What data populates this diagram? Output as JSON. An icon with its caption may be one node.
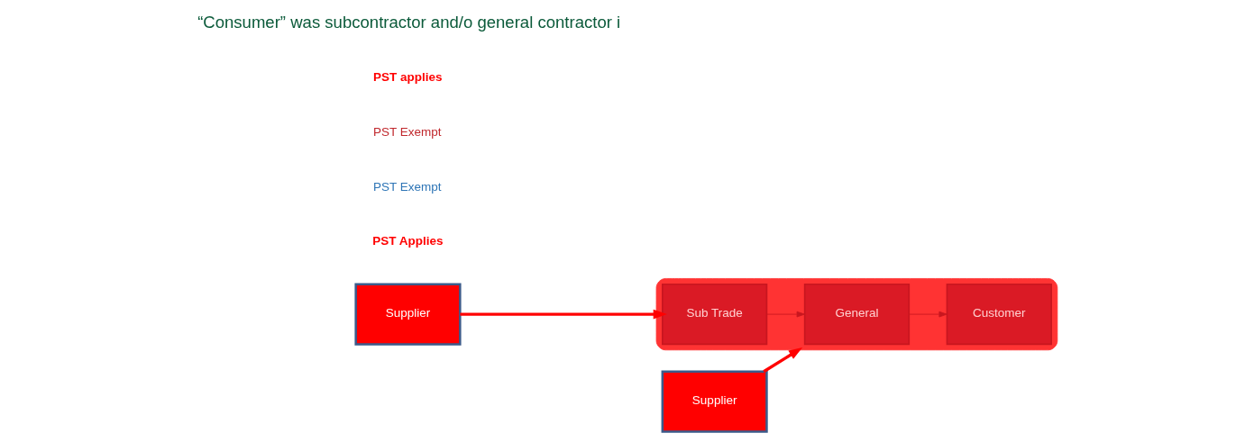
{
  "diagram": {
    "nodes": [
      {
        "text": [
          "Supplier"
        ]
      },
      {
        "text": [],
        "shape": "ellipse"
      },
      {
        "text": [
          "Sub Trade"
        ],
        "in": 1
      },
      {
        "text": [
          "General"
        ],
        "in": 1
      },
      {
        "text": [
          "Customer"
        ],
        "in": 1
      },
      {
        "text": [
          "Supplier"
        ]
      }
    ],
    "edges": [
      {
        "from": 0,
        "to": 2,
        "arrow": "to",
        "style": "thick",
        "color": "#ff0000"
      },
      {
        "from": 2,
        "to": 3,
        "arrow": "to"
      },
      {
        "from": 3,
        "to": 4,
        "arrow": "to"
      },
      {
        "from": 5,
        "to": 1,
        "arrow": "to",
        "style": "thick",
        "color": "#ff0000"
      }
    ],
    "labels": [
      "PST Applies",
      "PST Exempt",
      "PST Exempt",
      "PST applies",
      "“Consumer” was subcontractor and/o general contractor i"
    ]
  }
}
